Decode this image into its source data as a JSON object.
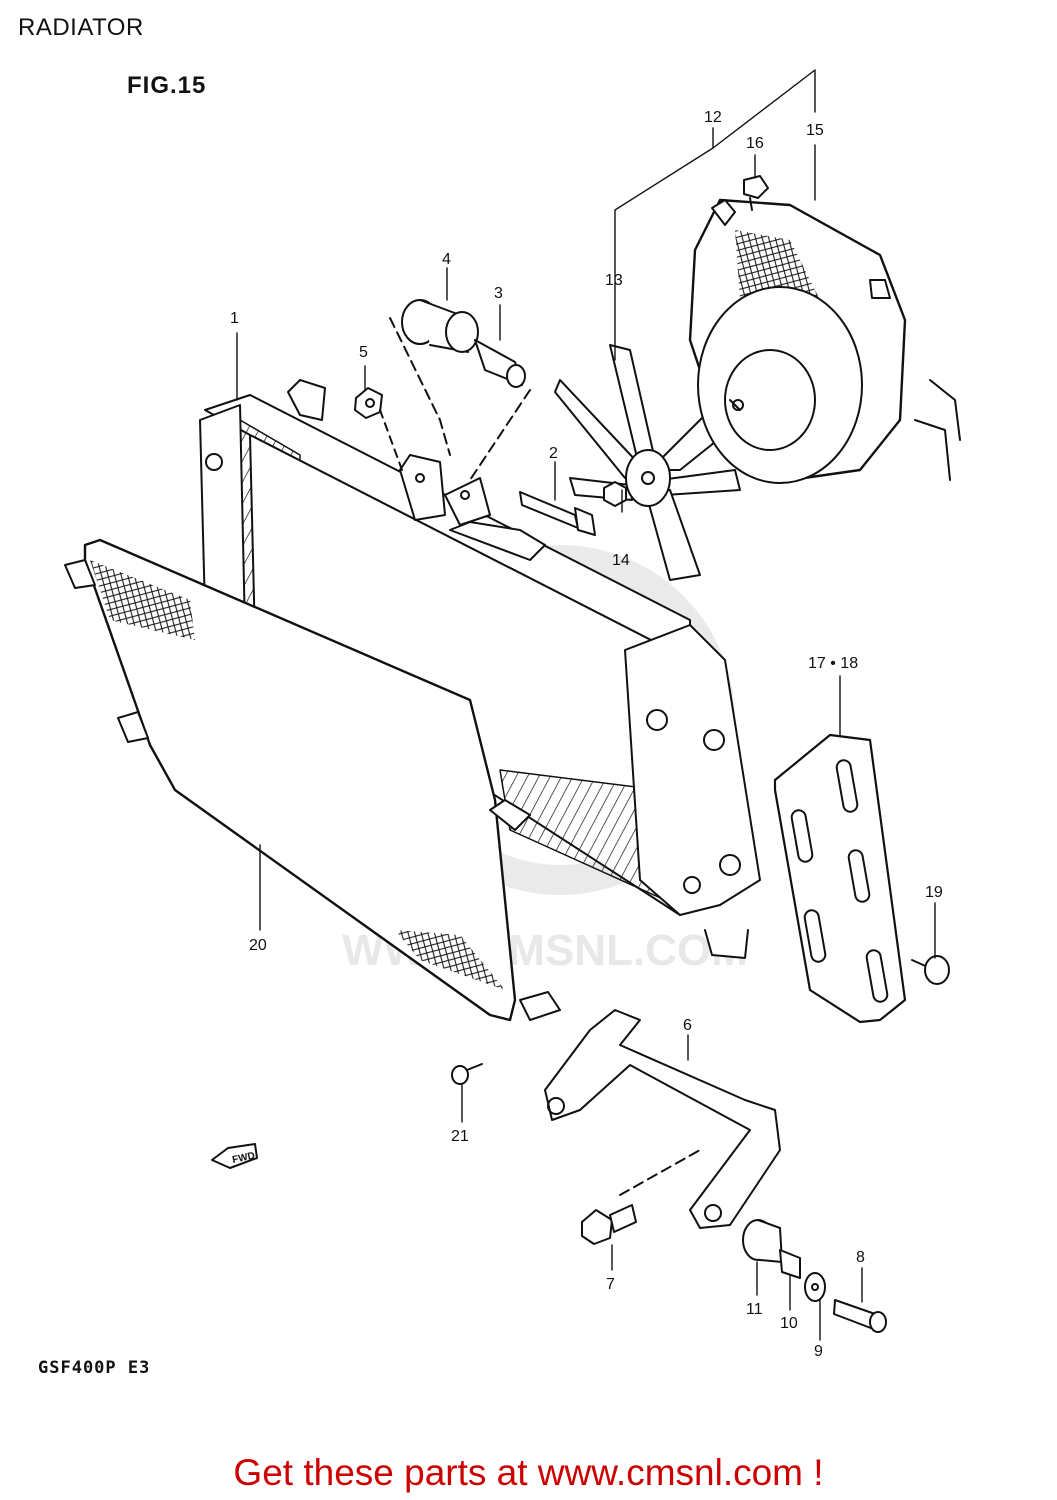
{
  "header": {
    "title": "RADIATOR",
    "figure": "FIG.15"
  },
  "footer": {
    "model": "GSF400P  E3",
    "cta": "Get these parts at www.cmsnl.com !"
  },
  "diagram": {
    "watermark": "WWW.CMSNL.COM",
    "fwd_marker": "FWD",
    "callouts": {
      "c1": "1",
      "c2": "2",
      "c3": "3",
      "c4": "4",
      "c5": "5",
      "c6": "6",
      "c7": "7",
      "c8": "8",
      "c9": "9",
      "c10": "10",
      "c11": "11",
      "c12": "12",
      "c13": "13",
      "c14": "14",
      "c15": "15",
      "c16": "16",
      "c17_18": "17 • 18",
      "c19": "19",
      "c20": "20",
      "c21": "21"
    }
  },
  "colors": {
    "cta": "#cc0000",
    "line": "#111111",
    "watermark": "#e6e6e6"
  }
}
